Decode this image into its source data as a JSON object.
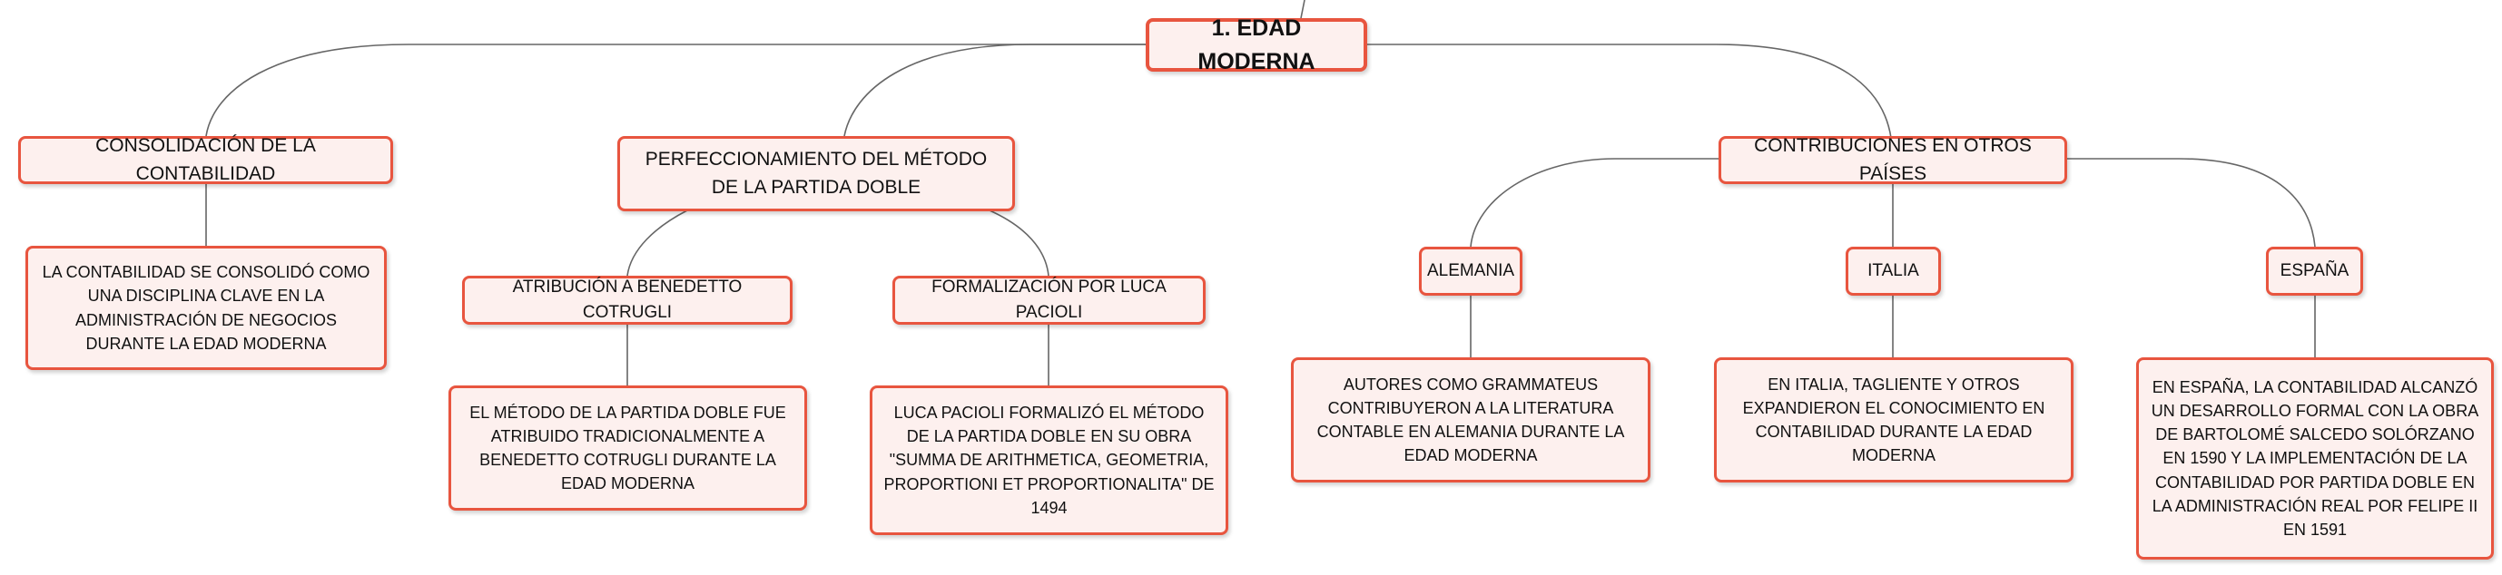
{
  "root": {
    "label": "1. EDAD MODERNA"
  },
  "branches": [
    {
      "label": "CONSOLIDACIÓN DE LA CONTABILIDAD",
      "detail": "LA CONTABILIDAD SE CONSOLIDÓ COMO UNA DISCIPLINA CLAVE EN LA ADMINISTRACIÓN DE NEGOCIOS DURANTE LA EDAD MODERNA"
    },
    {
      "label": "PERFECCIONAMIENTO DEL MÉTODO DE LA PARTIDA DOBLE",
      "topics": [
        {
          "label": "ATRIBUCIÓN A BENEDETTO COTRUGLI",
          "detail": "EL MÉTODO DE LA PARTIDA DOBLE FUE ATRIBUIDO TRADICIONALMENTE A BENEDETTO COTRUGLI DURANTE LA EDAD MODERNA"
        },
        {
          "label": "FORMALIZACIÓN POR LUCA PACIOLI",
          "detail": "LUCA PACIOLI FORMALIZÓ EL MÉTODO DE LA PARTIDA DOBLE EN SU OBRA \"SUMMA DE ARITHMETICA, GEOMETRIA, PROPORTIONI ET PROPORTIONALITA\" DE 1494"
        }
      ]
    },
    {
      "label": "CONTRIBUCIONES EN OTROS PAÍSES",
      "topics": [
        {
          "label": "ALEMANIA",
          "detail": "AUTORES COMO GRAMMATEUS CONTRIBUYERON A LA LITERATURA CONTABLE EN ALEMANIA DURANTE LA EDAD MODERNA"
        },
        {
          "label": "ITALIA",
          "detail": "EN ITALIA, TAGLIENTE Y OTROS EXPANDIERON EL CONOCIMIENTO EN CONTABILIDAD DURANTE LA EDAD MODERNA"
        },
        {
          "label": "ESPAÑA",
          "detail": "EN ESPAÑA, LA CONTABILIDAD ALCANZÓ UN DESARROLLO FORMAL CON LA OBRA DE BARTOLOMÉ SALCEDO SOLÓRZANO EN 1590 Y LA IMPLEMENTACIÓN DE LA CONTABILIDAD POR PARTIDA DOBLE EN LA ADMINISTRACIÓN REAL POR FELIPE II EN 1591"
        }
      ]
    }
  ],
  "colors": {
    "node_border": "#e8553f",
    "node_fill": "#fdf0ee",
    "connector": "#666666"
  }
}
